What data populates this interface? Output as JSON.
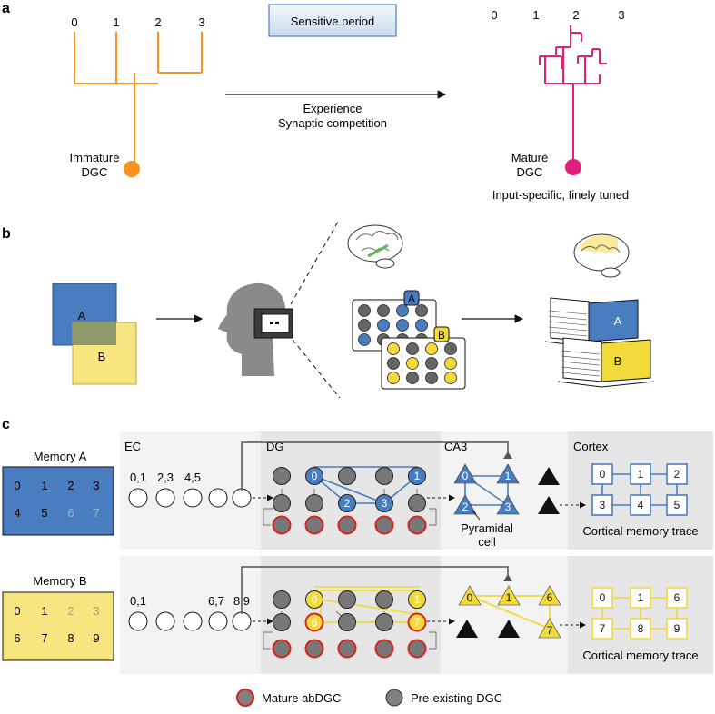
{
  "panel_a": {
    "label": "a",
    "box_label": "Sensitive period",
    "immature_nums": [
      "0",
      "1",
      "2",
      "3"
    ],
    "mature_nums": [
      "0",
      "1",
      "2",
      "3"
    ],
    "arrow_line1": "Experience",
    "arrow_line2": "Synaptic competition",
    "immature_line1": "Immature",
    "immature_line2": "DGC",
    "mature_line1": "Mature",
    "mature_line2": "DGC",
    "mature_caption": "Input-specific, finely tuned"
  },
  "panel_b": {
    "label": "b",
    "square_a": "A",
    "square_b": "B",
    "grid_a": "A",
    "grid_b": "B",
    "book_a": "A",
    "book_b": "B"
  },
  "panel_c": {
    "label": "c",
    "memory_a": {
      "title": "Memory A",
      "grid": [
        "0",
        "1",
        "2",
        "3",
        "4",
        "5",
        "6",
        "7"
      ],
      "ec_labels": [
        "0,1",
        "2,3",
        "4,5"
      ],
      "dg_labels": [
        "0",
        "1",
        "2",
        "3"
      ],
      "ca3_labels": [
        "0",
        "1",
        "2",
        "3"
      ],
      "cortex_boxes": [
        "0",
        "1",
        "2",
        "3",
        "4",
        "5"
      ],
      "cortex_caption": "Cortical memory trace"
    },
    "memory_b": {
      "title": "Memory B",
      "grid": [
        "0",
        "1",
        "2",
        "3",
        "6",
        "7",
        "8",
        "9"
      ],
      "ec_labels": [
        "0,1",
        "6,7",
        "8,9"
      ],
      "dg_labels": [
        "0",
        "1",
        "6",
        "7"
      ],
      "ca3_labels": [
        "0",
        "1",
        "6",
        "7"
      ],
      "cortex_boxes": [
        "0",
        "1",
        "6",
        "7",
        "8",
        "9"
      ],
      "cortex_caption": "Cortical memory trace"
    },
    "region_ec": "EC",
    "region_dg": "DG",
    "region_ca3": "CA3",
    "region_cortex": "Cortex",
    "pyramidal_line1": "Pyramidal",
    "pyramidal_line2": "cell",
    "legend_mature": "Mature abDGC",
    "legend_preexisting": "Pre-existing DGC"
  },
  "colors": {
    "orange": "#F7931E",
    "magenta": "#E0207A",
    "blue": "#4A7DC0",
    "yellow": "#F2DA3B",
    "light_yellow": "#F7E680",
    "gray": "#808080",
    "red": "#D8231F"
  }
}
